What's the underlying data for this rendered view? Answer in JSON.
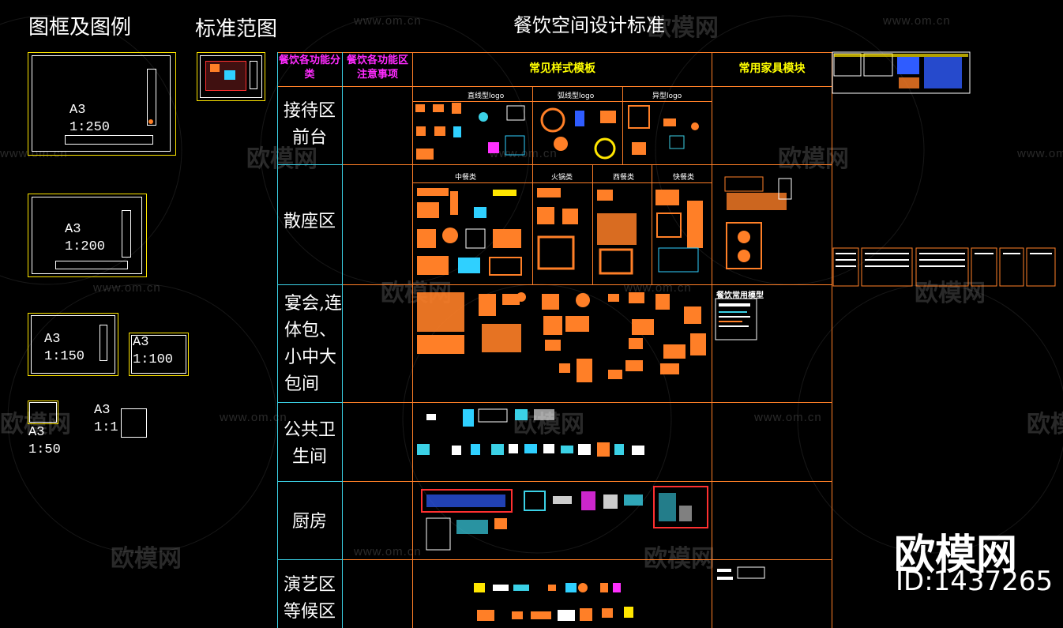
{
  "left_heading": "图框及图例",
  "middle_heading": "标准范图",
  "main_title": "餐饮空间设计标准",
  "frames": [
    {
      "paper": "A3",
      "scale": "1:250"
    },
    {
      "paper": "A3",
      "scale": "1:200"
    },
    {
      "paper": "A3",
      "scale": "1:150"
    },
    {
      "paper": "A3",
      "scale": "1:100"
    },
    {
      "paper": "A3",
      "scale": "1:50"
    },
    {
      "paper": "A3",
      "scale": "1:1"
    }
  ],
  "table": {
    "headers": {
      "col1": "餐饮各功能分类",
      "col2": "餐饮各功能区注意事项",
      "col3": "常见样式模板",
      "col4": "常用家具模块"
    },
    "rows": [
      {
        "label": "接待区前台",
        "subs": [
          "直线型logo",
          "弧线型logo",
          "异型logo"
        ]
      },
      {
        "label": "散座区",
        "subs": [
          "中餐类",
          "火锅类",
          "西餐类",
          "快餐类"
        ]
      },
      {
        "label": "宴会,连体包、小中大包间",
        "furniture_label": "餐饮常用模型"
      },
      {
        "label": "公共卫生间"
      },
      {
        "label": "厨房"
      },
      {
        "label": "演艺区等候区"
      }
    ]
  },
  "colors": {
    "grid_orange": "#ff7f27",
    "grid_cyan": "#3bd1e6",
    "frame_yellow": "#ffe600",
    "header_magenta": "#ff2bff",
    "header_yellow": "#ffff00"
  },
  "watermark": {
    "site": "www.om.cn",
    "brand": "欧模网",
    "id": "ID:1437265"
  }
}
